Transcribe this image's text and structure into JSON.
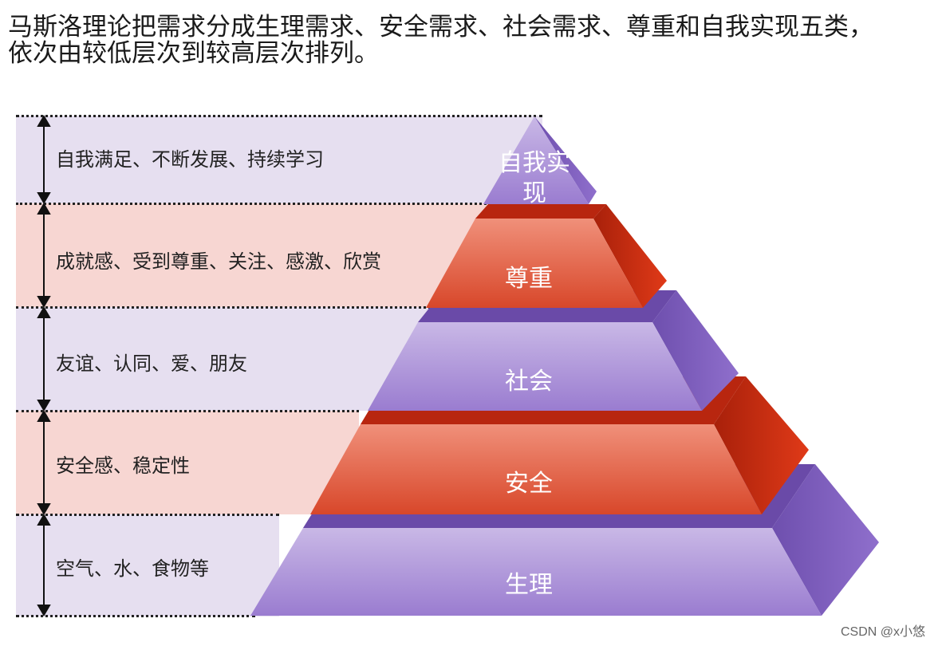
{
  "header": {
    "line1": "马斯洛理论把需求分成生理需求、安全需求、社会需求、尊重和自我实现五类，",
    "line2": "依次由较低层次到较高层次排列。"
  },
  "levels": [
    {
      "name": "自我实现",
      "description": "自我满足、不断发展、持续学习",
      "color": "purple"
    },
    {
      "name": "尊重",
      "description": "成就感、受到尊重、关注、感激、欣赏",
      "color": "red"
    },
    {
      "name": "社会",
      "description": "友谊、认同、爱、朋友",
      "color": "purple"
    },
    {
      "name": "安全",
      "description": "安全感、稳定性",
      "color": "red"
    },
    {
      "name": "生理",
      "description": "空气、水、食物等",
      "color": "purple"
    }
  ],
  "colors": {
    "purple_band": "#e6dff0",
    "red_band": "#f7d6d2",
    "purple_front_top": "#c9b8e6",
    "purple_front_bottom": "#9a7cd0",
    "purple_side": "#7e5cb8",
    "purple_top": "#6a4aa8",
    "red_front_top": "#f0907a",
    "red_front_bottom": "#d8472a",
    "red_side": "#c4341a",
    "red_top": "#b8260f"
  },
  "watermark": "CSDN @x小悠"
}
